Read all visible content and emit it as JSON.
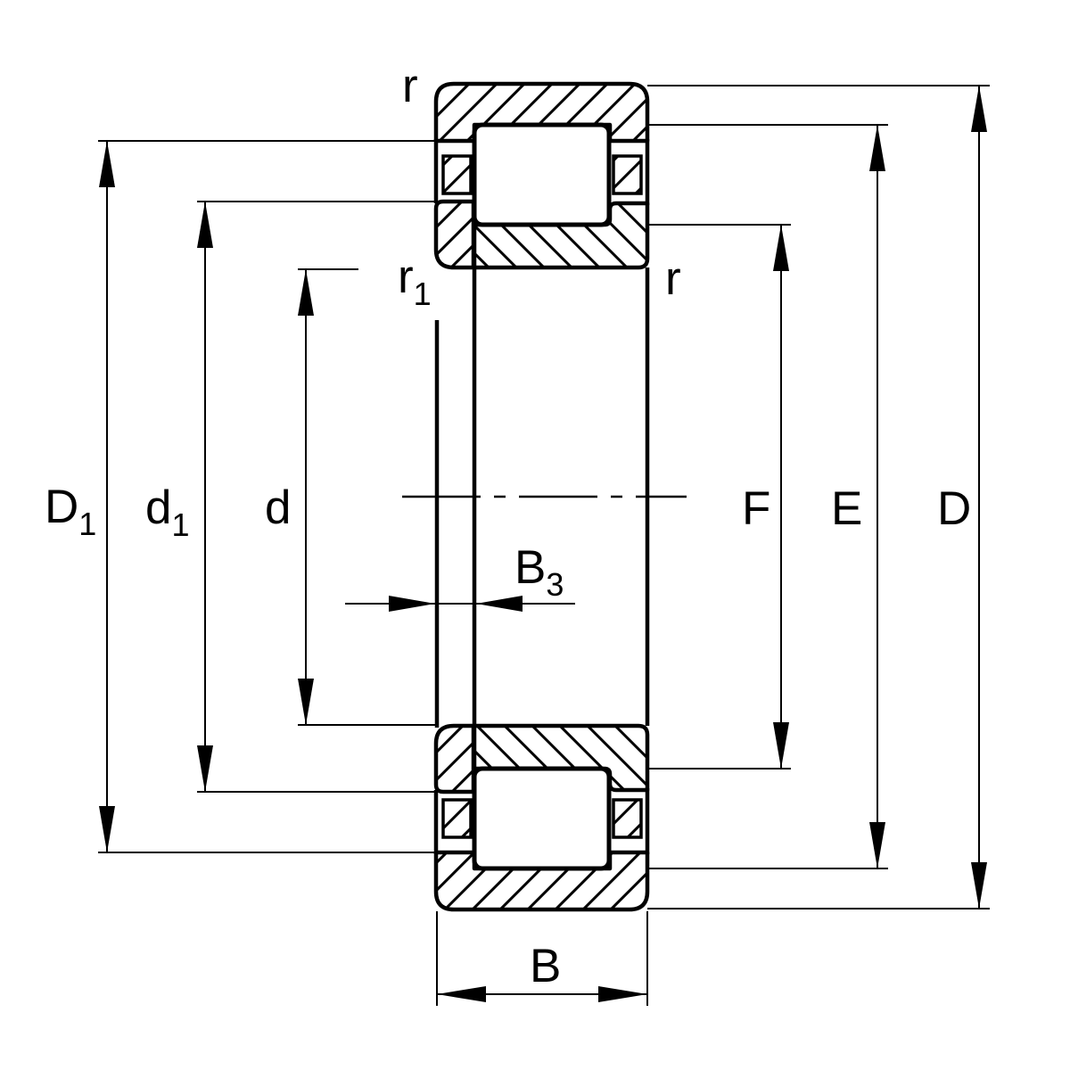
{
  "figure": {
    "kind": "bearing-section-dimension-drawing",
    "line_color": "#000000",
    "background_color": "#ffffff"
  },
  "labels": {
    "r_top": "r",
    "r_right": "r",
    "r1": {
      "base": "r",
      "sub": "1"
    },
    "D1": {
      "base": "D",
      "sub": "1"
    },
    "d1": {
      "base": "d",
      "sub": "1"
    },
    "d": "d",
    "B3": {
      "base": "B",
      "sub": "3"
    },
    "B": "B",
    "F": "F",
    "E": "E",
    "D": "D"
  }
}
